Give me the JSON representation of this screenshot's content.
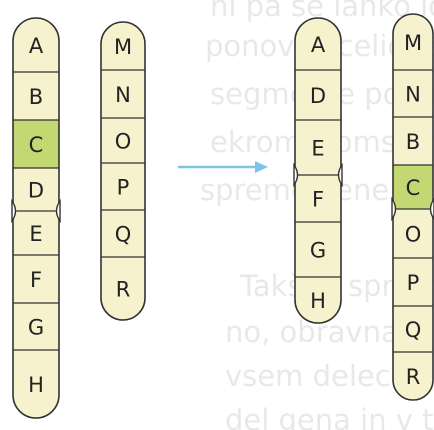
{
  "background_text": [
    "ni pa se lahko ločijo",
    "ponovijo celici enovite",
    "segmente pomnožijo",
    "ekromosomskih spremem",
    "spremenjene posledice za celico",
    "Takšne spremembe v kromo",
    "no, obravnavamo kot mutacije",
    "vsem delecije ali insercije",
    "del gena in v teh primerih"
  ],
  "colors": {
    "band_pale": "#f6f2cd",
    "band_green": "#c3d873",
    "outline": "#333333",
    "arrow": "#7fc4e6"
  },
  "chromosomes": [
    {
      "id": "before-left",
      "bands": [
        {
          "label": "A",
          "color": "pale"
        },
        {
          "label": "B",
          "color": "pale"
        },
        {
          "label": "C",
          "color": "green"
        },
        {
          "label": "D",
          "color": "pale"
        },
        {
          "label": "E",
          "color": "pale"
        },
        {
          "label": "F",
          "color": "pale"
        },
        {
          "label": "G",
          "color": "pale"
        },
        {
          "label": "H",
          "color": "pale"
        }
      ]
    },
    {
      "id": "before-right",
      "bands": [
        {
          "label": "M",
          "color": "pale"
        },
        {
          "label": "N",
          "color": "pale"
        },
        {
          "label": "O",
          "color": "pale"
        },
        {
          "label": "P",
          "color": "pale"
        },
        {
          "label": "Q",
          "color": "pale"
        },
        {
          "label": "R",
          "color": "pale"
        }
      ]
    },
    {
      "id": "after-left",
      "bands": [
        {
          "label": "A",
          "color": "pale"
        },
        {
          "label": "D",
          "color": "pale"
        },
        {
          "label": "E",
          "color": "pale"
        },
        {
          "label": "F",
          "color": "pale"
        },
        {
          "label": "G",
          "color": "pale"
        },
        {
          "label": "H",
          "color": "pale"
        }
      ]
    },
    {
      "id": "after-right",
      "bands": [
        {
          "label": "M",
          "color": "pale"
        },
        {
          "label": "N",
          "color": "pale"
        },
        {
          "label": "B",
          "color": "pale"
        },
        {
          "label": "C",
          "color": "green"
        },
        {
          "label": "O",
          "color": "pale"
        },
        {
          "label": "P",
          "color": "pale"
        },
        {
          "label": "Q",
          "color": "pale"
        },
        {
          "label": "R",
          "color": "pale"
        }
      ]
    }
  ]
}
